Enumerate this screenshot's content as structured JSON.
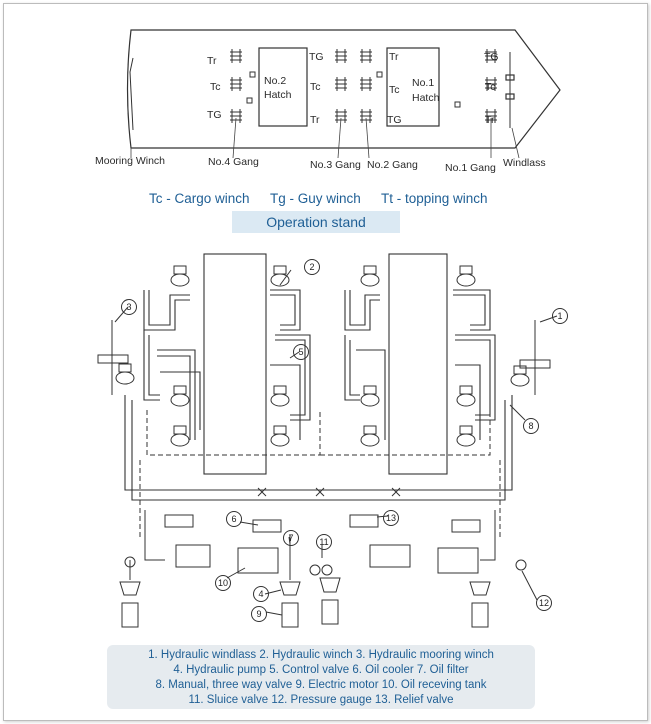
{
  "ship_plan": {
    "winch_codes": {
      "tr": "Tr",
      "tc": "Tc",
      "tg": "TG"
    },
    "hatches": [
      {
        "no": "No.2",
        "word": "Hatch"
      },
      {
        "no": "No.1",
        "word": "Hatch"
      }
    ],
    "labels": {
      "mooring_winch": "Mooring Winch",
      "no4_gang": "No.4 Gang",
      "no3_gang": "No.3 Gang",
      "no2_gang": "No.2 Gang",
      "no1_gang": "No.1 Gang",
      "windlass": "Windlass"
    }
  },
  "legend": {
    "tc": "Tc - Cargo winch",
    "tg": "Tg - Guy winch",
    "tt": "Tt - topping winch"
  },
  "operation_stand": "Operation stand",
  "schematic": {
    "callouts": [
      "1",
      "2",
      "3",
      "5",
      "6",
      "7",
      "8",
      "10",
      "11",
      "12",
      "13",
      "4",
      "9"
    ]
  },
  "caption": {
    "line1": "1. Hydraulic windlass 2. Hydraulic winch 3. Hydraulic mooring winch",
    "line2": "4. Hydraulic pump 5. Control valve 6. Oil cooler 7. Oil filter",
    "line3": "8. Manual, three way valve 9. Electric motor 10. Oil receving tank",
    "line4": "11. Sluice valve 12. Pressure gauge 13. Relief valve"
  }
}
